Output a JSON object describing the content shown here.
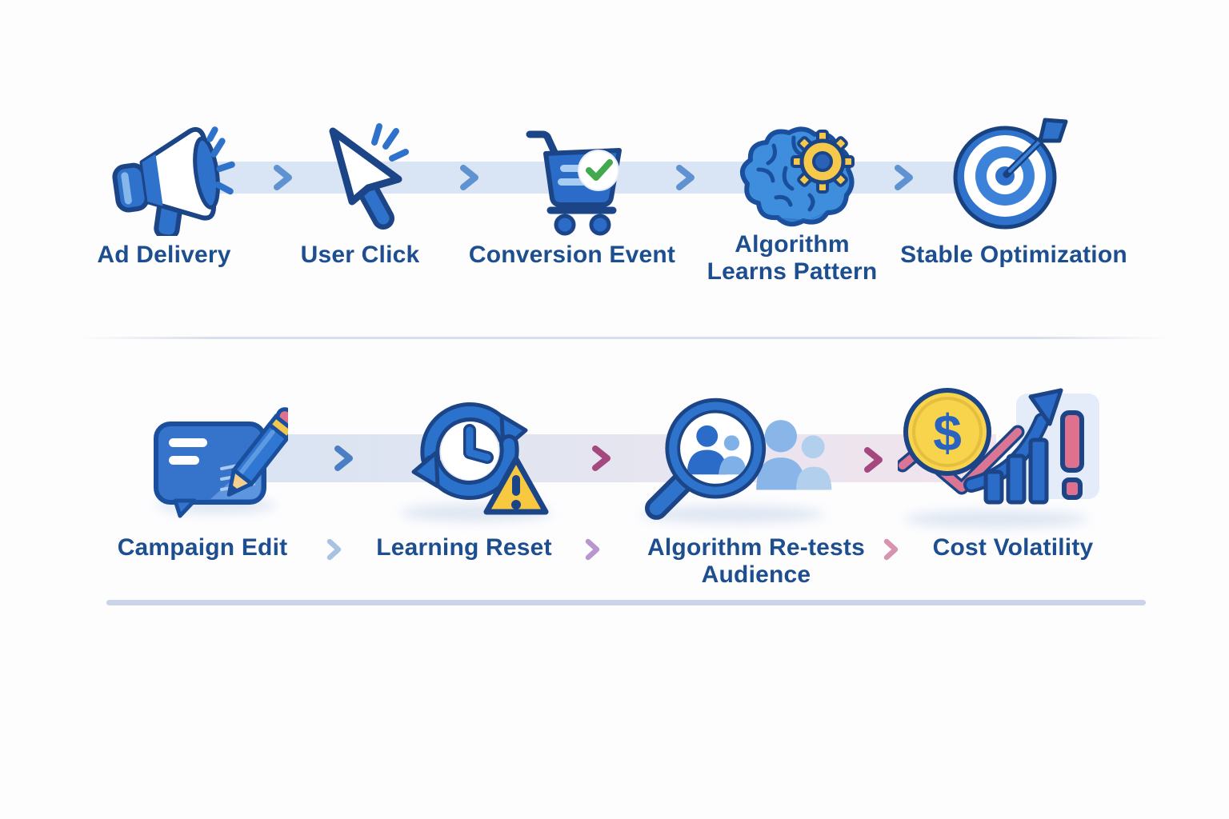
{
  "palette": {
    "label_color": "#1d4e8f",
    "primary_blue": "#2a6cc8",
    "outline_navy": "#1c4587",
    "band_blue": "#d9e5f4",
    "band_pink": "#f2e3ed",
    "accent_yellow": "#f6c94a",
    "accent_pink": "#e0718e",
    "check_green": "#43a94e",
    "chevron_blue": "#5e92d0",
    "chevron_magenta": "#a4487f",
    "chevron_light_blue": "#a9c2e2",
    "chevron_light_purple": "#b797ce",
    "chevron_pink": "#d893b0"
  },
  "icons": {
    "dollar_glyph": "$"
  },
  "row1": {
    "steps": [
      {
        "label": "Ad Delivery",
        "icon": "megaphone-icon"
      },
      {
        "label": "User Click",
        "icon": "cursor-click-icon"
      },
      {
        "label": "Conversion Event",
        "icon": "cart-checkmark-icon"
      },
      {
        "label": "Algorithm Learns Pattern",
        "icon": "brain-gear-icon"
      },
      {
        "label": "Stable Optimization",
        "icon": "target-dart-icon"
      }
    ]
  },
  "row2": {
    "steps": [
      {
        "label": "Campaign Edit",
        "icon": "campaign-edit-icon"
      },
      {
        "label": "Learning Reset",
        "icon": "learning-reset-warning-icon"
      },
      {
        "label": "Algorithm Re-tests Audience",
        "icon": "audience-retest-icon"
      },
      {
        "label": "Cost Volatility",
        "icon": "cost-volatility-icon"
      }
    ]
  }
}
